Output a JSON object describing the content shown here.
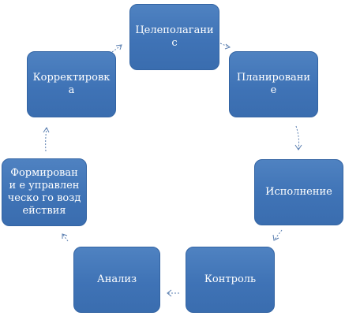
{
  "nodes": {
    "celepolaganie": {
      "label": "Целеполагани с"
    },
    "planirovanie": {
      "label": "Планирование"
    },
    "ispolnenie": {
      "label": "Исполнение"
    },
    "kontrol": {
      "label": "Контроль"
    },
    "analiz": {
      "label": "Анализ"
    },
    "formirovanie": {
      "label": "Формировани е управленческо го воздействия"
    },
    "korrektirovka": {
      "label": "Корректировк а"
    }
  },
  "colors": {
    "node_fill": "#4277b9",
    "node_border": "#3364a3",
    "arrow": "#5b7fb0",
    "text": "#ffffff"
  }
}
